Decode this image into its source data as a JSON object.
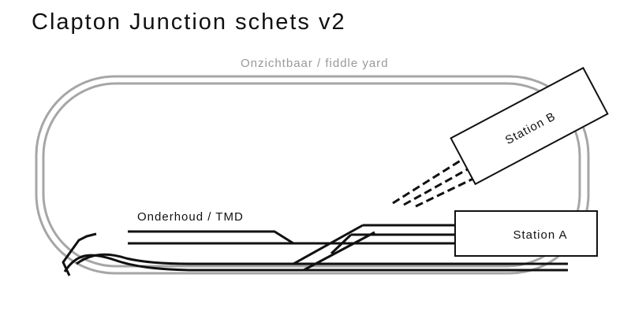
{
  "diagram": {
    "title": "Clapton Junction schets v2",
    "hidden_label": "Onzichtbaar / fiddle yard",
    "tmd_label": "Onderhoud / TMD",
    "station_a_label": "Station A",
    "station_b_label": "Station B",
    "colors": {
      "main_track": "#111111",
      "hidden_track": "#a6a6a6",
      "hidden_text": "#999999",
      "station_fill": "#ffffff"
    }
  }
}
